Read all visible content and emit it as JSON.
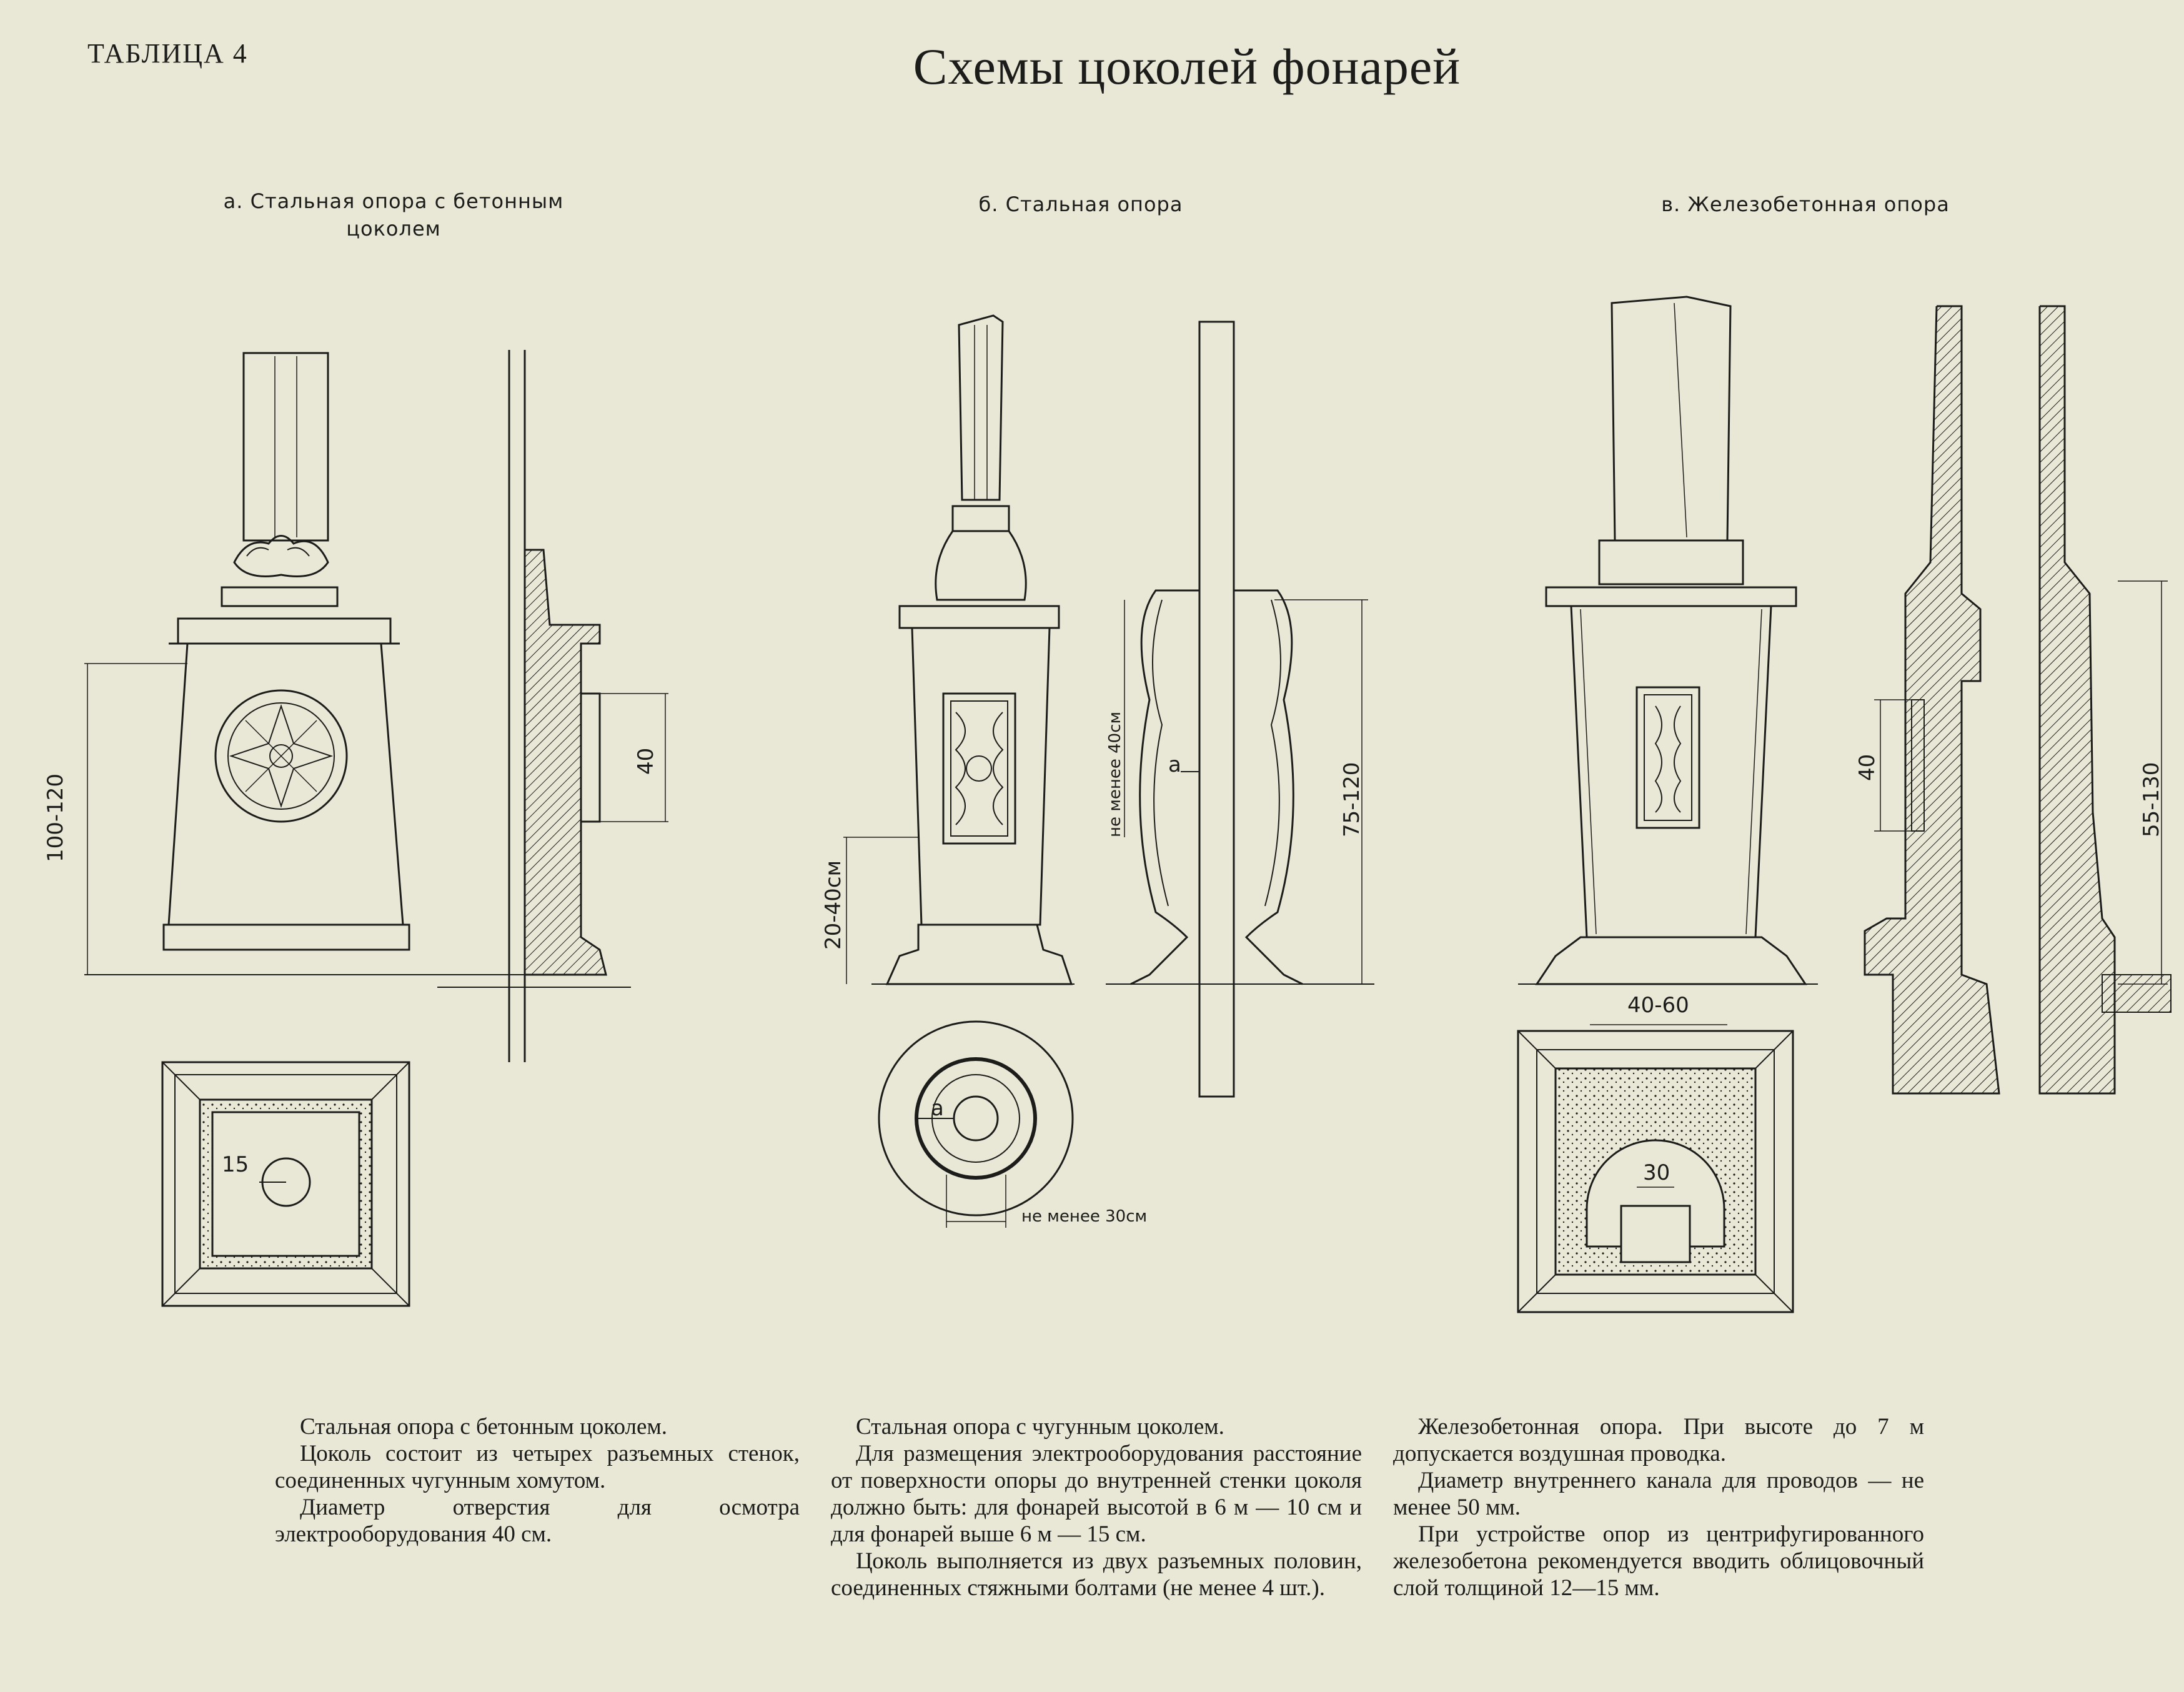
{
  "header": {
    "table_number": "ТАБЛИЦА 4",
    "title": "Схемы цоколей фонарей"
  },
  "panels": {
    "a": {
      "title": "а. Стальная опора с бетонным цоколем"
    },
    "b": {
      "title": "б. Стальная опора"
    },
    "v": {
      "title": "в. Железобетонная опора"
    }
  },
  "dimensions": {
    "a_height": "100-120",
    "a_opening": "40",
    "a_hole": "15",
    "b_base": "20-40см",
    "b_clear": "не менее 40см",
    "b_height": "75-120",
    "b_label": "а",
    "b_plan_label": "а",
    "b_plan_width": "не менее 30см",
    "v_width": "40-60",
    "v_opening": "40",
    "v_height": "55-130",
    "v_channel": "30"
  },
  "captions": {
    "a": [
      "Стальная опора с бетонным цоколем.",
      "Цоколь состоит из четырех разъемных стенок, соединенных чугунным хомутом.",
      "Диаметр отверстия для осмотра электрооборудования 40 см."
    ],
    "b": [
      "Стальная опора с чугунным цоколем.",
      "Для размещения электрооборудования расстояние от поверхности опоры до внутренней стенки цоколя должно быть: для фонарей высотой в 6 м — 10 см и для фонарей выше 6 м — 15 см.",
      "Цоколь выполняется из двух разъемных половин, соединенных стяжными болтами (не менее 4 шт.)."
    ],
    "v": [
      "Железобетонная опора. При высоте до 7 м допускается воздушная проводка.",
      "Диаметр внутреннего канала для проводов — не менее 50 мм.",
      "При устройстве опор из центрифугированного железобетона рекомендуется вводить облицовочный слой толщиной 12—15 мм."
    ]
  },
  "colors": {
    "paper": "#e9e7d6",
    "ink": "#1c1c1a"
  }
}
